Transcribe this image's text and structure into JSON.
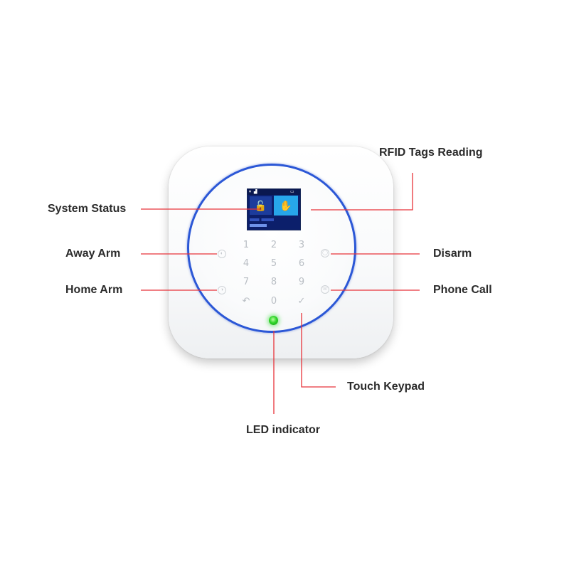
{
  "labels": {
    "system_status": "System Status",
    "rfid_tags_reading": "RFID Tags Reading",
    "away_arm": "Away Arm",
    "disarm": "Disarm",
    "home_arm": "Home Arm",
    "phone_call": "Phone Call",
    "touch_keypad": "Touch Keypad",
    "led_indicator": "LED indicator"
  },
  "keypad": {
    "k1": "1",
    "k2": "2",
    "k3": "3",
    "k4": "4",
    "k5": "5",
    "k6": "6",
    "k7": "7",
    "k8": "8",
    "k9": "9",
    "back": "↶",
    "k0": "0",
    "confirm": "✓"
  },
  "screen": {
    "lock_symbol": "🔓",
    "rfid_symbol": "✋"
  },
  "colors": {
    "leader_line": "#e8333a",
    "ring": "#2b57d6",
    "led": "#2fd52a",
    "screen_bg": "#0c1f6b"
  }
}
